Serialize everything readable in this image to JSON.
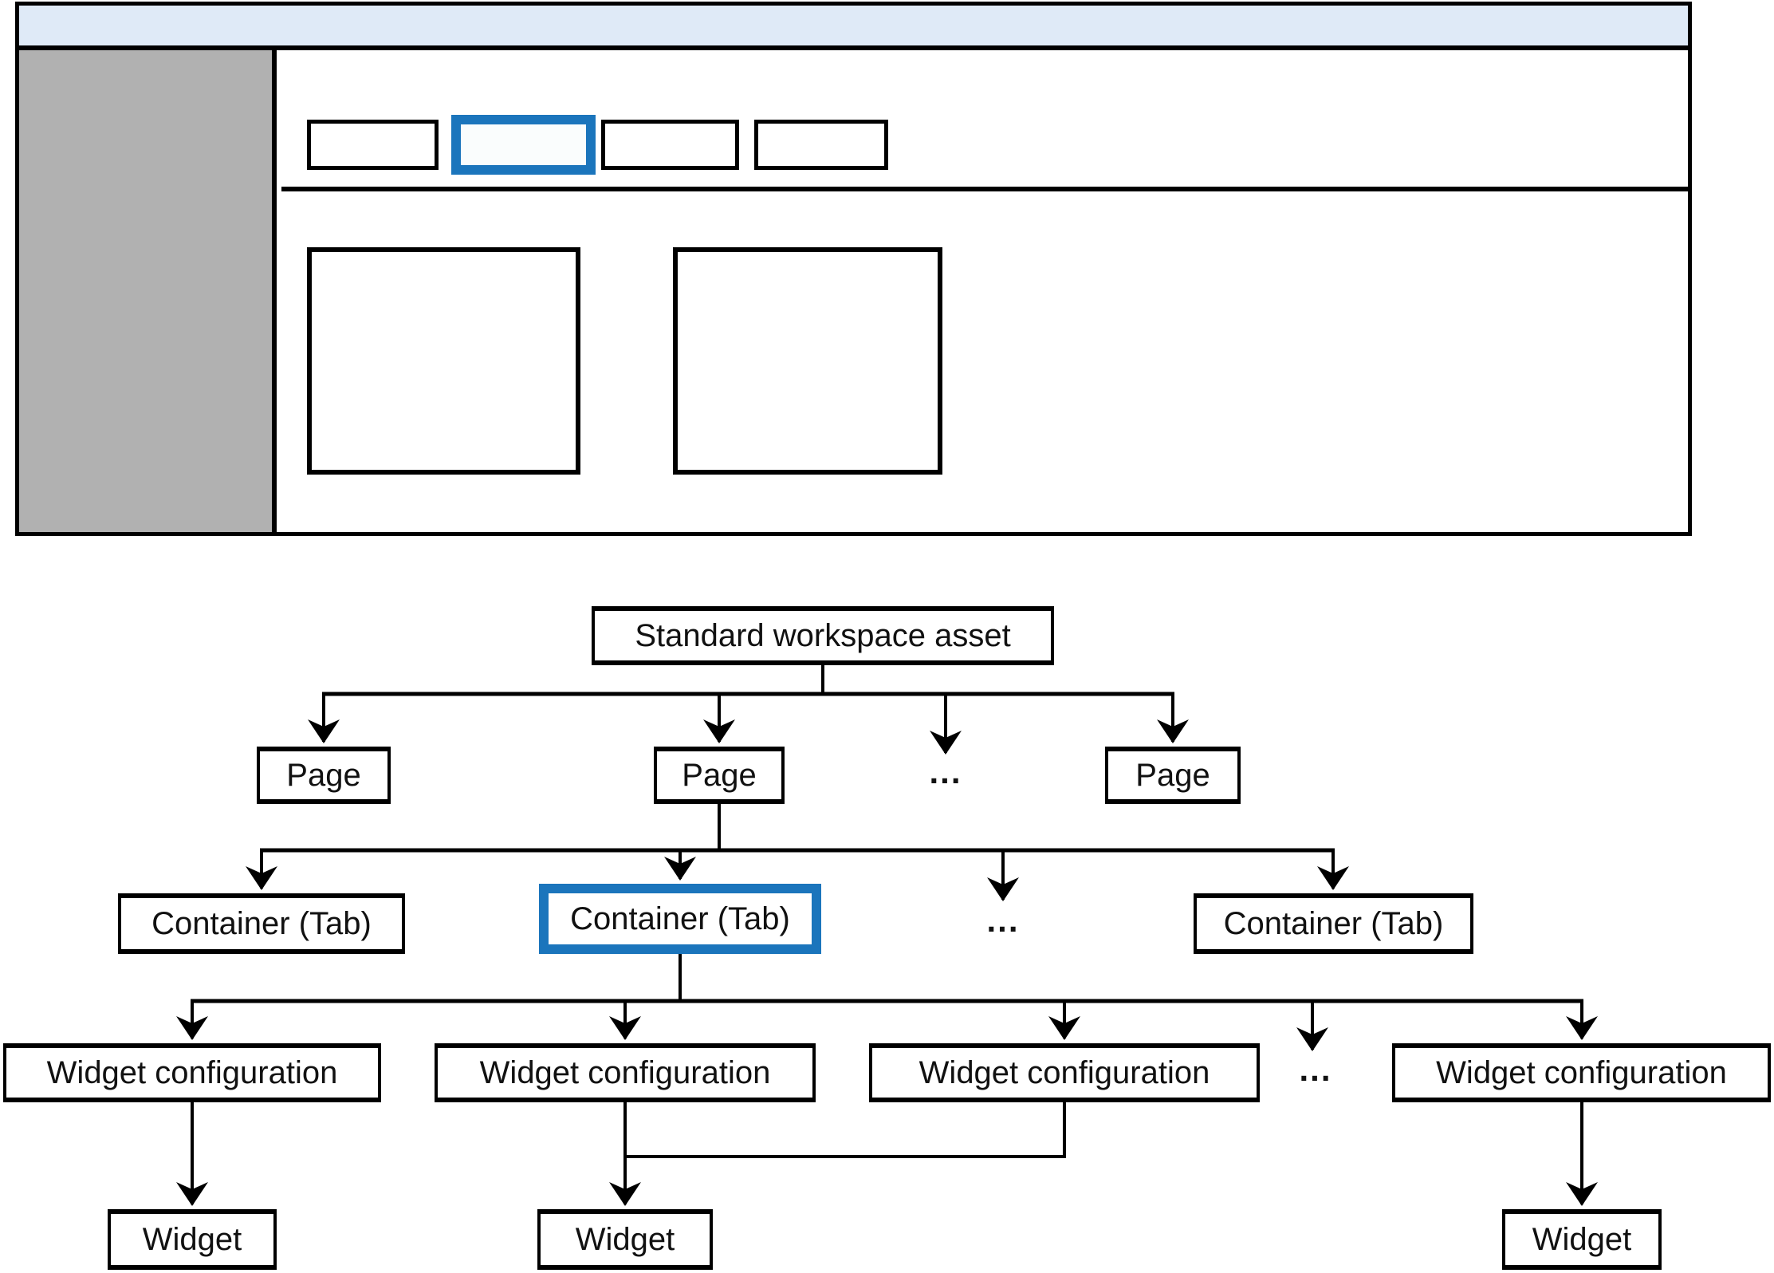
{
  "figure": {
    "description": "Standard workspace asset structure diagram with page layout wireframe"
  },
  "colors": {
    "accent_blue": "#1b75bc",
    "header_bar_blue": "#dfeaf7",
    "sidebar_gray": "#b1b1b1",
    "active_tab_fill": "#fafdfd",
    "line_black": "#000000"
  },
  "wireframe": {
    "header_bar": "",
    "sidebar": "",
    "tabs": [
      "",
      "",
      "",
      ""
    ],
    "active_tab_index": 1,
    "content_boxes": [
      "",
      ""
    ]
  },
  "tree": {
    "levels": [
      {
        "name": "workspace",
        "nodes": [
          {
            "label": "Standard workspace asset"
          }
        ]
      },
      {
        "name": "pages",
        "nodes": [
          {
            "label": "Page"
          },
          {
            "label": "Page"
          },
          {
            "label": "..."
          },
          {
            "label": "Page"
          }
        ]
      },
      {
        "name": "containers",
        "nodes": [
          {
            "label": "Container (Tab)"
          },
          {
            "label": "Container (Tab)",
            "active": true
          },
          {
            "label": "..."
          },
          {
            "label": "Container (Tab)"
          }
        ]
      },
      {
        "name": "widget_configurations",
        "nodes": [
          {
            "label": "Widget configuration"
          },
          {
            "label": "Widget configuration"
          },
          {
            "label": "Widget configuration"
          },
          {
            "label": "..."
          },
          {
            "label": "Widget configuration"
          }
        ]
      },
      {
        "name": "widgets",
        "nodes": [
          {
            "label": "Widget"
          },
          {
            "label": "Widget"
          },
          {
            "label": "Widget"
          }
        ]
      }
    ]
  }
}
